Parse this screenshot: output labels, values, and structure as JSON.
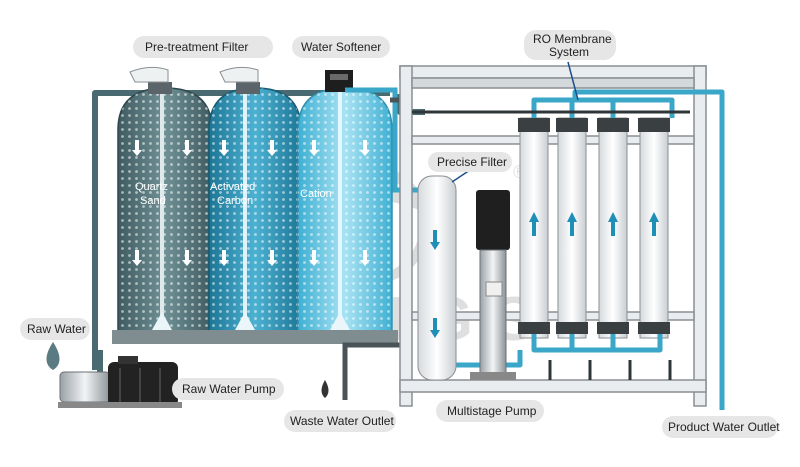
{
  "labels": {
    "pretreatment_filter": "Pre-treatment Filter",
    "water_softener": "Water Softener",
    "ro_membrane_line1": "RO Membrane",
    "ro_membrane_line2": "System",
    "precise_filter": "Precise Filter",
    "raw_water": "Raw Water",
    "raw_water_pump": "Raw Water Pump",
    "waste_water_outlet": "Waste Water Outlet",
    "multistage_pump": "Multistage Pump",
    "product_water_outlet": "Product Water Outlet"
  },
  "tanks": {
    "quartz_line1": "Quartz",
    "quartz_line2": "Sand",
    "carbon_line1": "Activated",
    "carbon_line2": "Carbon",
    "cation": "Cation"
  },
  "watermark": {
    "brand": "TINGS",
    "registered": "®"
  },
  "colors": {
    "pill": "#e6e6e6",
    "frame": "#e9edef",
    "frame_stroke": "#8a8f93",
    "pipe_dark": "#4a6a72",
    "pipe_light": "#3aa7c9",
    "tank_quartz": "#4d6e74",
    "tank_carbon": "#2f8fae",
    "tank_cation": "#5cc3e0"
  }
}
